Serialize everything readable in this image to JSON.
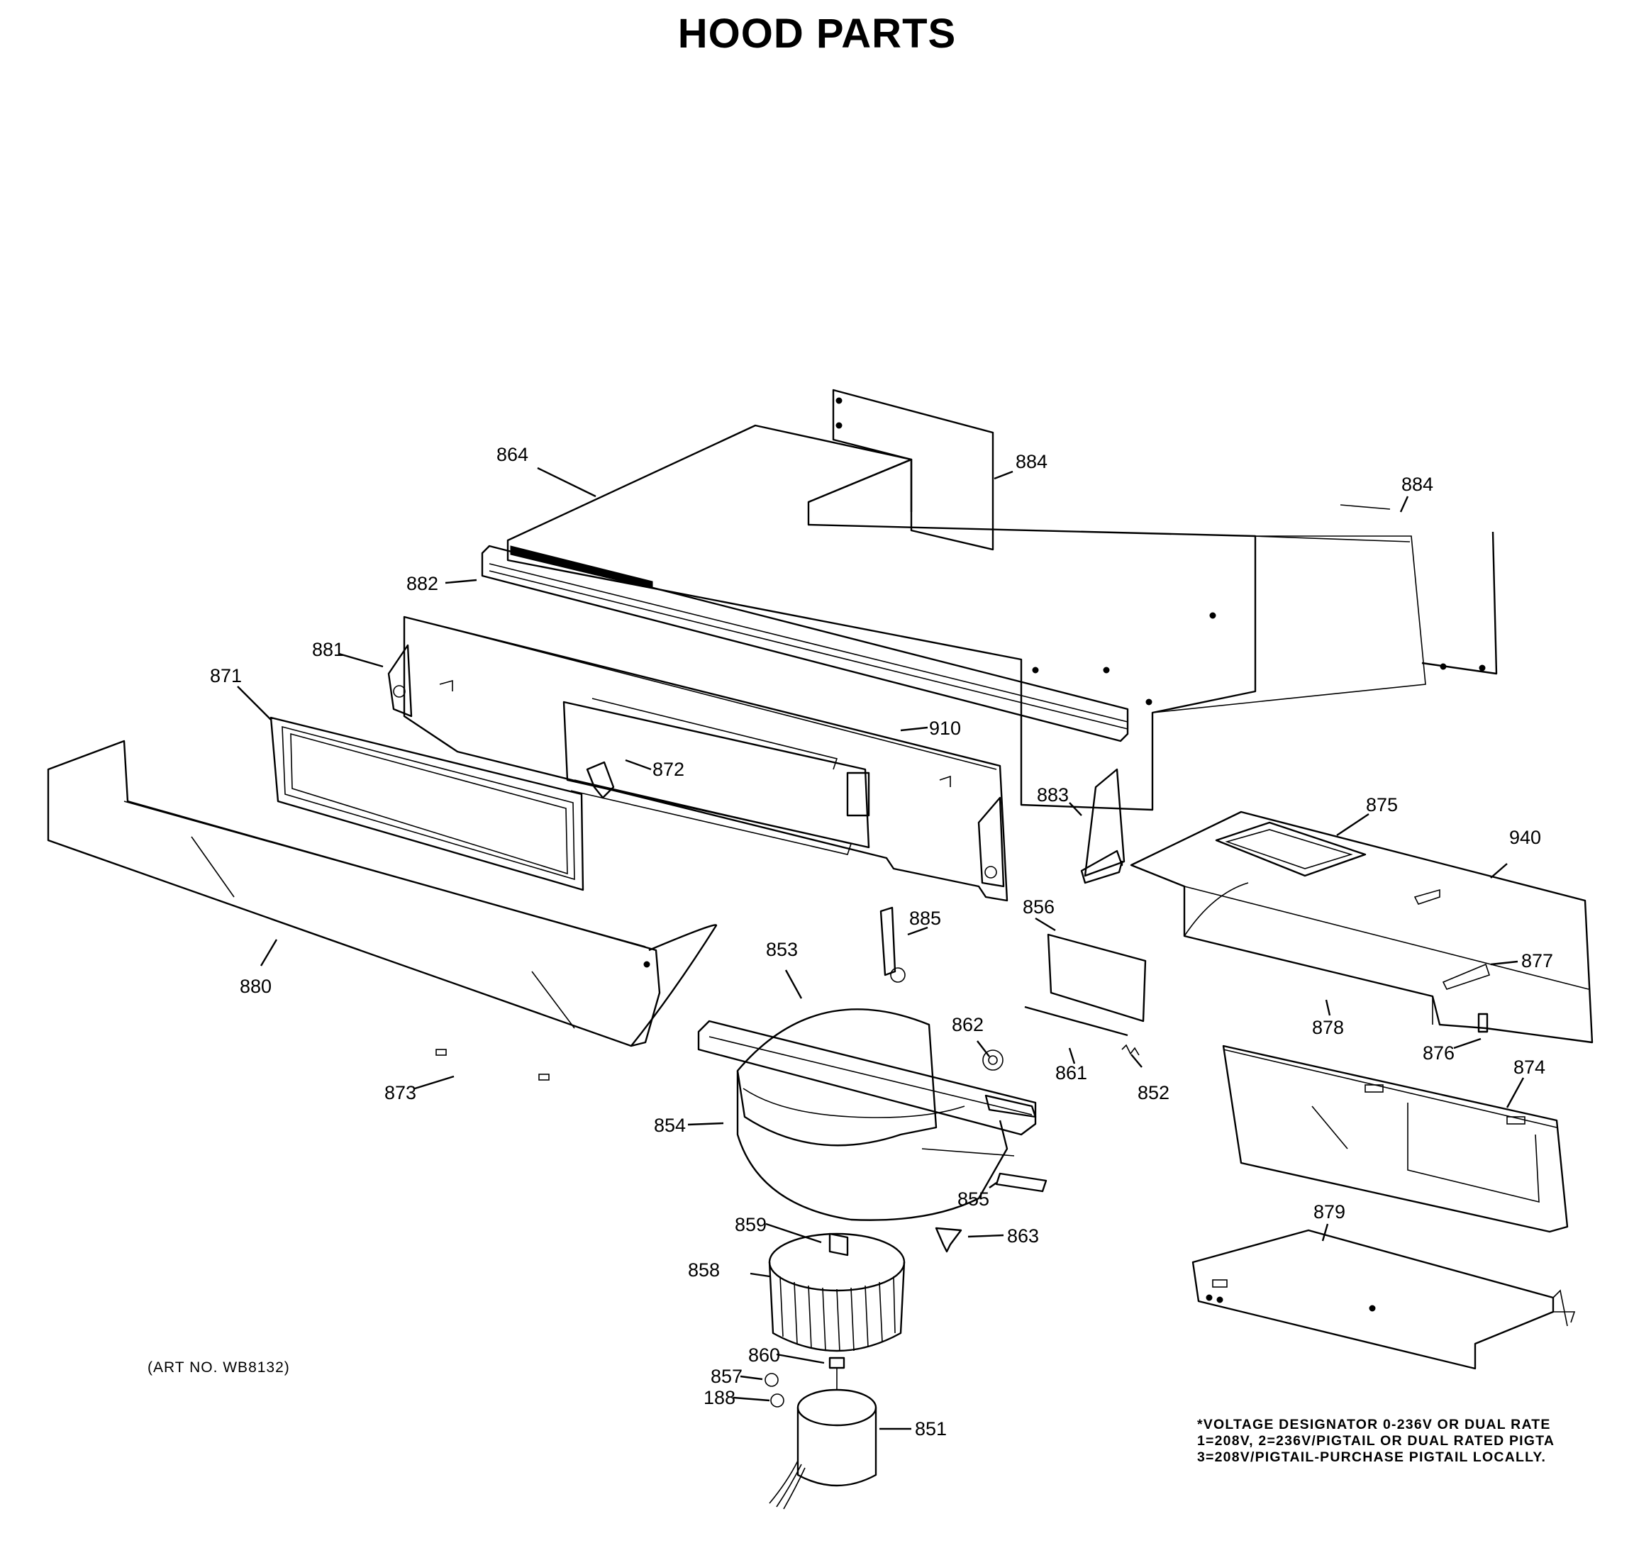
{
  "title": "HOOD PARTS",
  "art_no": "(ART NO. WB8132)",
  "voltage_note": [
    "*VOLTAGE DESIGNATOR 0-236V OR DUAL RATE",
    "1=208V, 2=236V/PIGTAIL OR DUAL RATED PIGTA",
    "3=208V/PIGTAIL-PURCHASE PIGTAIL LOCALLY."
  ],
  "parts": [
    {
      "id": "p864",
      "label": "864"
    },
    {
      "id": "p884a",
      "label": "884"
    },
    {
      "id": "p884b",
      "label": "884"
    },
    {
      "id": "p882",
      "label": "882"
    },
    {
      "id": "p881",
      "label": "881"
    },
    {
      "id": "p871",
      "label": "871"
    },
    {
      "id": "p910",
      "label": "910"
    },
    {
      "id": "p872",
      "label": "872"
    },
    {
      "id": "p883",
      "label": "883"
    },
    {
      "id": "p875",
      "label": "875"
    },
    {
      "id": "p940",
      "label": "940"
    },
    {
      "id": "p856",
      "label": "856"
    },
    {
      "id": "p885",
      "label": "885"
    },
    {
      "id": "p853",
      "label": "853"
    },
    {
      "id": "p880",
      "label": "880"
    },
    {
      "id": "p862",
      "label": "862"
    },
    {
      "id": "p877",
      "label": "877"
    },
    {
      "id": "p878",
      "label": "878"
    },
    {
      "id": "p876",
      "label": "876"
    },
    {
      "id": "p861",
      "label": "861"
    },
    {
      "id": "p852",
      "label": "852"
    },
    {
      "id": "p874",
      "label": "874"
    },
    {
      "id": "p873",
      "label": "873"
    },
    {
      "id": "p854",
      "label": "854"
    },
    {
      "id": "p855",
      "label": "855"
    },
    {
      "id": "p879",
      "label": "879"
    },
    {
      "id": "p859",
      "label": "859"
    },
    {
      "id": "p863",
      "label": "863"
    },
    {
      "id": "p858",
      "label": "858"
    },
    {
      "id": "p860",
      "label": "860"
    },
    {
      "id": "p857",
      "label": "857"
    },
    {
      "id": "p188",
      "label": "188"
    },
    {
      "id": "p851",
      "label": "851"
    }
  ]
}
